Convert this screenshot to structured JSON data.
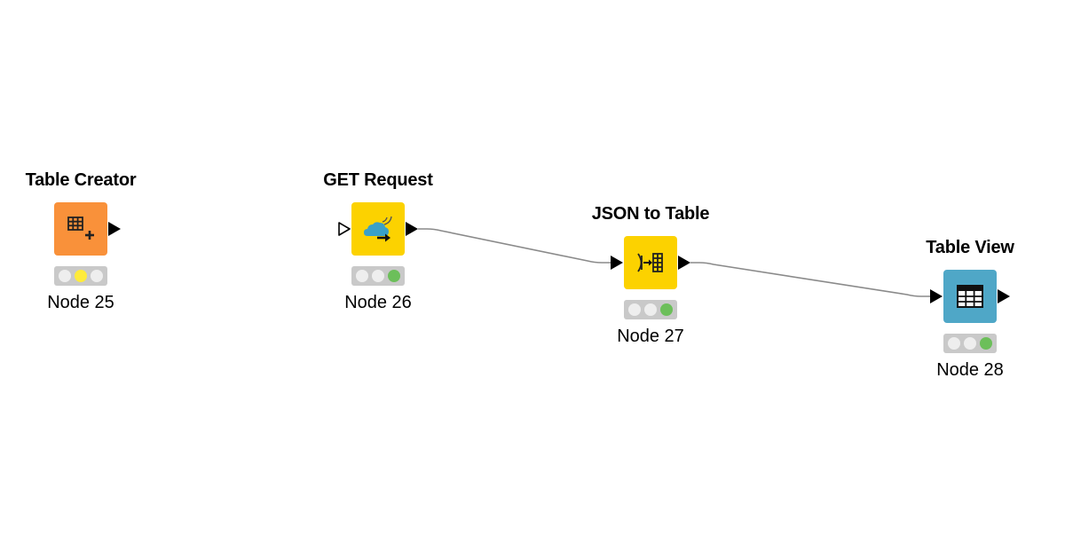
{
  "workflow": {
    "nodes": [
      {
        "title": "Table Creator",
        "label": "Node 25",
        "icon": "table-creator-icon",
        "color": "#f9913a",
        "has_input": false,
        "status": [
          "off",
          "yellow",
          "off"
        ]
      },
      {
        "title": "GET Request",
        "label": "Node 26",
        "icon": "cloud-download-icon",
        "color": "#fcd200",
        "has_input": true,
        "status": [
          "off",
          "off",
          "green"
        ]
      },
      {
        "title": "JSON to Table",
        "label": "Node 27",
        "icon": "json-to-table-icon",
        "color": "#fcd200",
        "has_input": true,
        "status": [
          "off",
          "off",
          "green"
        ]
      },
      {
        "title": "Table View",
        "label": "Node 28",
        "icon": "table-grid-icon",
        "color": "#4fa7c7",
        "has_input": true,
        "status": [
          "off",
          "off",
          "green"
        ]
      }
    ],
    "connections": [
      {
        "from": "Node 26",
        "to": "Node 27"
      },
      {
        "from": "Node 27",
        "to": "Node 28"
      }
    ],
    "status_colors": {
      "off": "#eeeeee",
      "yellow": "#ffeb3b",
      "green": "#6cbf5a"
    },
    "connection_color": "#8a8a8a"
  }
}
